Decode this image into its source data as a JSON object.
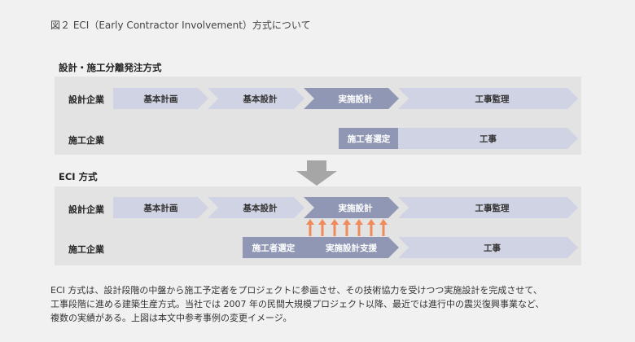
{
  "title": "図２ ECI（Early Contractor Involvement）方式について",
  "sections": {
    "top": {
      "heading": "設計・施工分離発注方式",
      "row1": {
        "label": "設計企業",
        "steps": [
          "基本計画",
          "基本設計",
          "実施設計",
          "工事監理"
        ]
      },
      "row2": {
        "label": "施工企業",
        "steps": [
          "施工者選定",
          "工事"
        ]
      }
    },
    "bottom": {
      "heading": "ECI 方式",
      "row1": {
        "label": "設計企業",
        "steps": [
          "基本計画",
          "基本設計",
          "実施設計",
          "工事監理"
        ]
      },
      "row2": {
        "label": "施工企業",
        "steps": [
          "施工者選定",
          "実施設計支援",
          "工事"
        ]
      }
    }
  },
  "colors": {
    "light_step": "#d0d3e3",
    "dark_step": "#8f97b5",
    "arrow_down": "#a6a6a6",
    "up_arrows": "#f08a5b"
  },
  "body_text": [
    "ECI 方式は、設計段階の中盤から施工予定者をプロジェクトに参画させ、その技術協力を受けつつ実施設計を完成させて、",
    "工事段階に進める建築生産方式。当社では 2007 年の民間大規模プロジェクト以降、最近では進行中の震災復興事業など、",
    "複数の実績がある。上図は本文中参考事例の変更イメージ。"
  ]
}
